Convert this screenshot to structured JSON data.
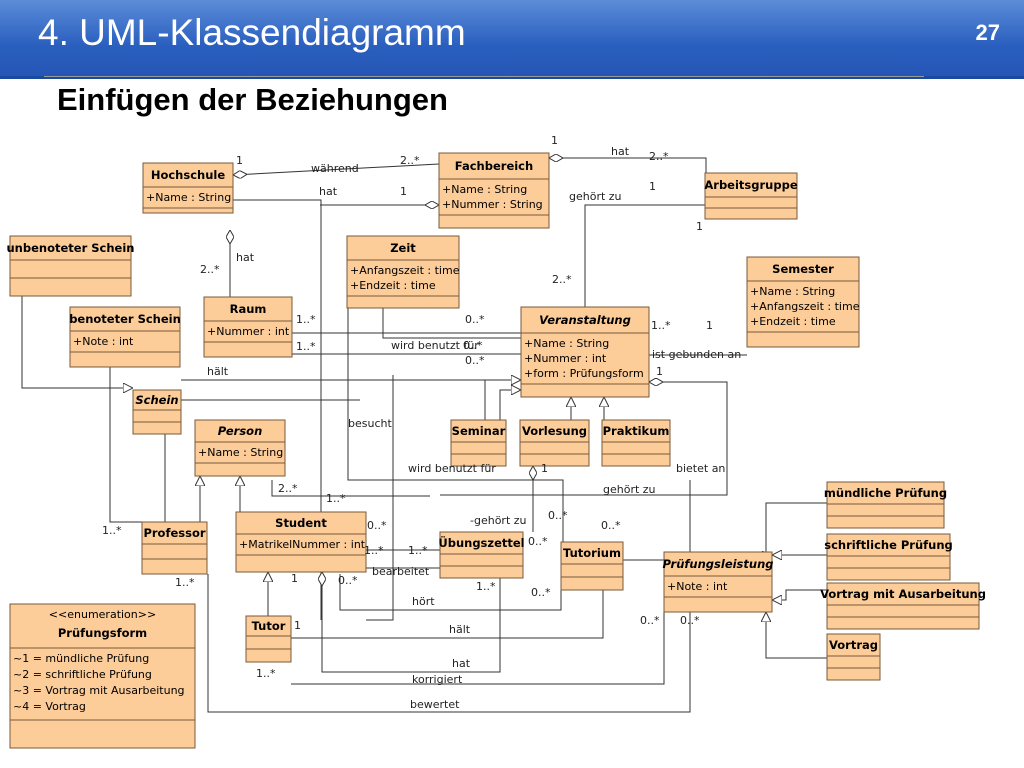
{
  "header": {
    "title": "4. UML-Klassendiagramm",
    "page_number": "27"
  },
  "subtitle": "Einfügen der Beziehungen",
  "classes": [
    {
      "name": "Hochschule",
      "attrs": [
        "+Name : String"
      ]
    },
    {
      "name": "Fachbereich",
      "attrs": [
        "+Name : String",
        "+Nummer : String"
      ]
    },
    {
      "name": "Arbeitsgruppe",
      "attrs": []
    },
    {
      "name": "unbenoteter Schein",
      "attrs": []
    },
    {
      "name": "Zeit",
      "attrs": [
        "+Anfangszeit : time",
        "+Endzeit : time"
      ]
    },
    {
      "name": "Semester",
      "attrs": [
        "+Name : String",
        "+Anfangszeit : time",
        "+Endzeit : time"
      ]
    },
    {
      "name": "benoteter Schein",
      "attrs": [
        "+Note : int"
      ]
    },
    {
      "name": "Raum",
      "attrs": [
        "+Nummer : int"
      ]
    },
    {
      "name": "Veranstaltung",
      "attrs": [
        "+Name : String",
        "+Nummer : int",
        "+form : Prüfungsform"
      ]
    },
    {
      "name": "Schein",
      "attrs": []
    },
    {
      "name": "Person",
      "attrs": [
        "+Name : String"
      ]
    },
    {
      "name": "Seminar",
      "attrs": []
    },
    {
      "name": "Vorlesung",
      "attrs": []
    },
    {
      "name": "Praktikum",
      "attrs": []
    },
    {
      "name": "mündliche Prüfung",
      "attrs": []
    },
    {
      "name": "Professor",
      "attrs": []
    },
    {
      "name": "Student",
      "attrs": [
        "+MatrikelNummer : int"
      ]
    },
    {
      "name": "Übungszettel",
      "attrs": []
    },
    {
      "name": "Tutorium",
      "attrs": []
    },
    {
      "name": "schriftliche Prüfung",
      "attrs": []
    },
    {
      "name": "Prüfungsleistung",
      "attrs": [
        "+Note : int"
      ]
    },
    {
      "name": "Vortrag mit Ausarbeitung",
      "attrs": []
    },
    {
      "name": "Tutor",
      "attrs": []
    },
    {
      "name": "Vortrag",
      "attrs": []
    }
  ],
  "enumeration": {
    "stereotype": "<<enumeration>>",
    "name": "Prüfungsform",
    "values": [
      "~1 = mündliche Prüfung",
      "~2 = schriftliche Prüfung",
      "~3 = Vortrag mit Ausarbeitung",
      "~4 = Vortrag"
    ]
  },
  "labels": [
    "während",
    "2..*",
    "1",
    "hat",
    "1",
    "hat",
    "2..*",
    "1",
    "gehört zu",
    "1",
    "1",
    "hat",
    "2..*",
    "2..*",
    "1..*",
    "1..*",
    "0..*",
    "wird benutzt für",
    "0..*",
    "0..*",
    "1..*",
    "1",
    "ist gebunden an",
    "1",
    "hält",
    "besucht",
    "wird benutzt für",
    "1",
    "bietet an",
    "2..*",
    "1..*",
    "gehört zu",
    "0..*",
    "-gehört zu",
    "0..*",
    "0..*",
    "1..*",
    "0..*",
    "1..*",
    "1..*",
    "bearbeitet",
    "0..*",
    "1",
    "hört",
    "1..*",
    "0..*",
    "1..*",
    "1",
    "hält",
    "0..*",
    "0..*",
    "hat",
    "1..*",
    "korrigiert",
    "bewertet"
  ]
}
